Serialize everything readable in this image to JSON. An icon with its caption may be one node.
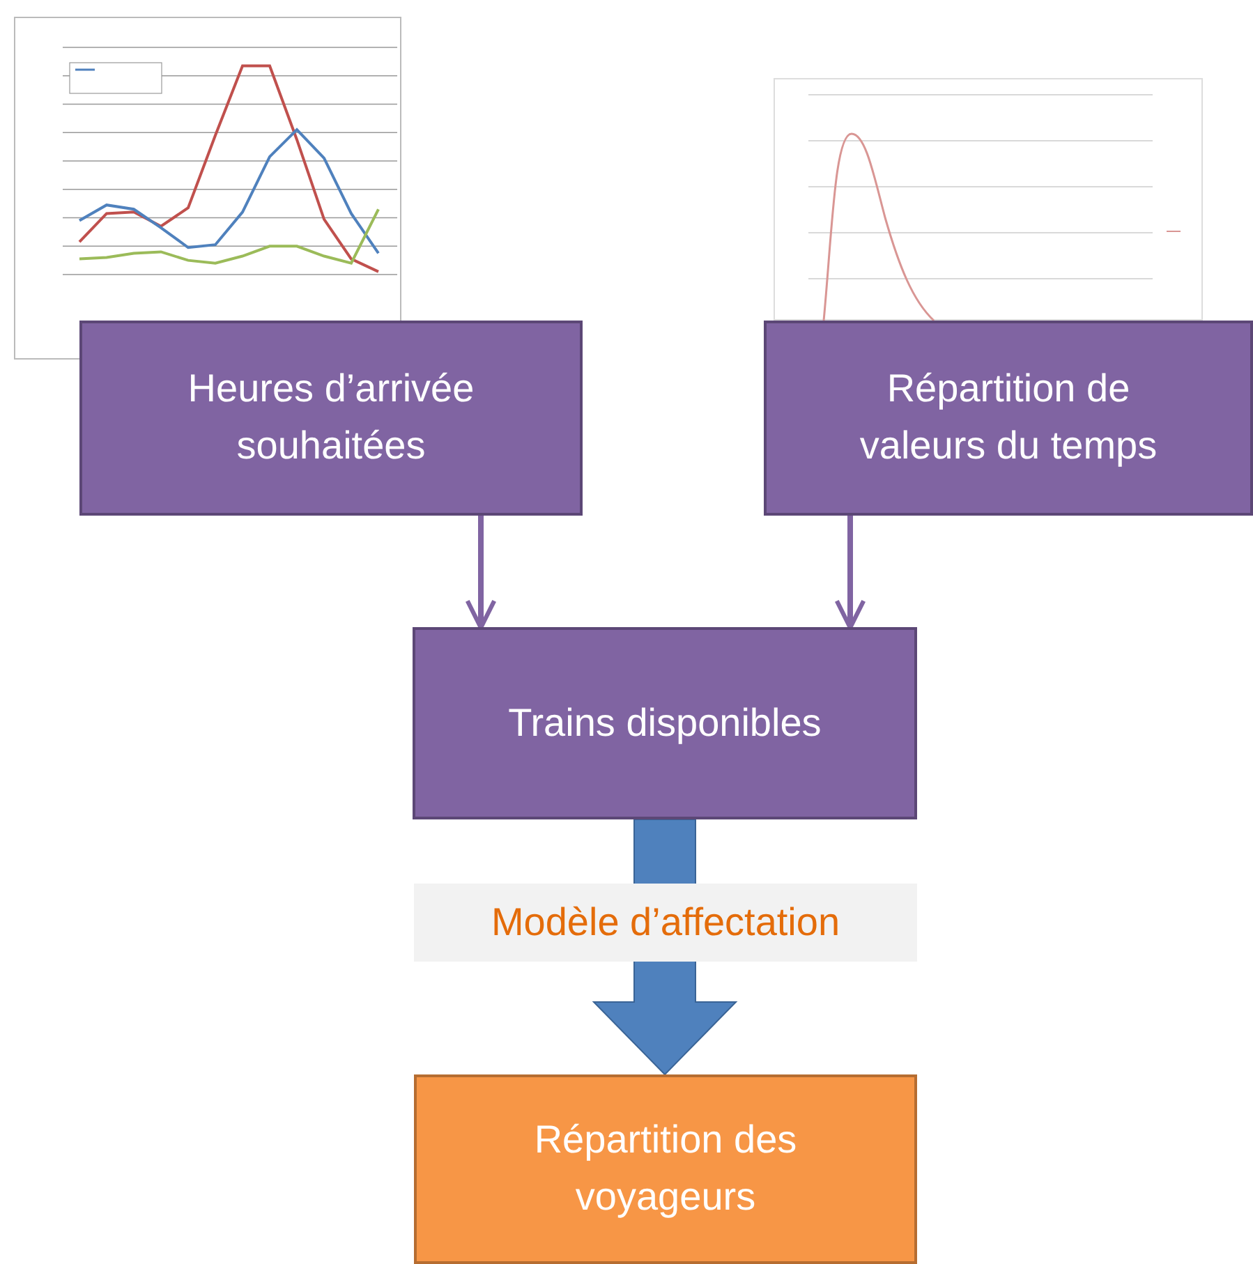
{
  "diagram": {
    "nodes": [
      {
        "text": [
          "Heures d’arrivée souhaitées"
        ]
      },
      {
        "text": [
          "Répartition de valeurs du temps"
        ]
      },
      {
        "text": [
          "Trains disponibles"
        ]
      },
      {
        "text": [
          "Répartition des voyageurs"
        ]
      }
    ],
    "edges": [
      {
        "from": 0,
        "to": 2,
        "arrow": "to"
      },
      {
        "from": 1,
        "to": 2,
        "arrow": "to"
      },
      {
        "from": 2,
        "to": 3,
        "arrow": "to",
        "label": "Modèle d’affectation",
        "style": "thick",
        "color": "#4f81bd"
      }
    ]
  }
}
